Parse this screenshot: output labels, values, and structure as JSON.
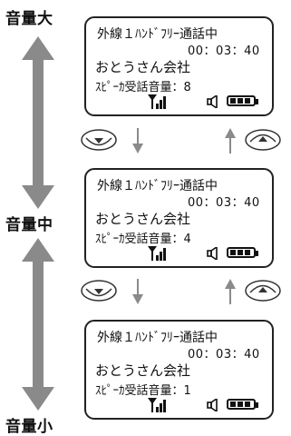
{
  "volume_labels": {
    "high": "音量大",
    "mid": "音量中",
    "low": "音量小"
  },
  "screens": [
    {
      "line1": "外線１ﾊﾝﾄﾞﾌﾘｰ通話中",
      "timer": "00：03：40",
      "caller": "おとうさん会社",
      "volume_text": "ｽﾋﾟｰｶ受話音量：8"
    },
    {
      "line1": "外線１ﾊﾝﾄﾞﾌﾘｰ通話中",
      "timer": "00：03：40",
      "caller": "おとうさん会社",
      "volume_text": "ｽﾋﾟｰｶ受話音量：4"
    },
    {
      "line1": "外線１ﾊﾝﾄﾞﾌﾘｰ通話中",
      "timer": "00：03：40",
      "caller": "おとうさん会社",
      "volume_text": "ｽﾋﾟｰｶ受話音量：1"
    }
  ],
  "icons": {
    "volume_axis": "double-headed-arrow",
    "down_key": "volume-down-key-icon",
    "up_key": "volume-up-key-icon",
    "signal": "antenna-signal-icon",
    "speaker": "speaker-icon",
    "battery": "battery-icon"
  },
  "colors": {
    "arrow_gray": "#8a8a8a",
    "key_outline": "#333333",
    "key_fill": "#ffffff"
  }
}
